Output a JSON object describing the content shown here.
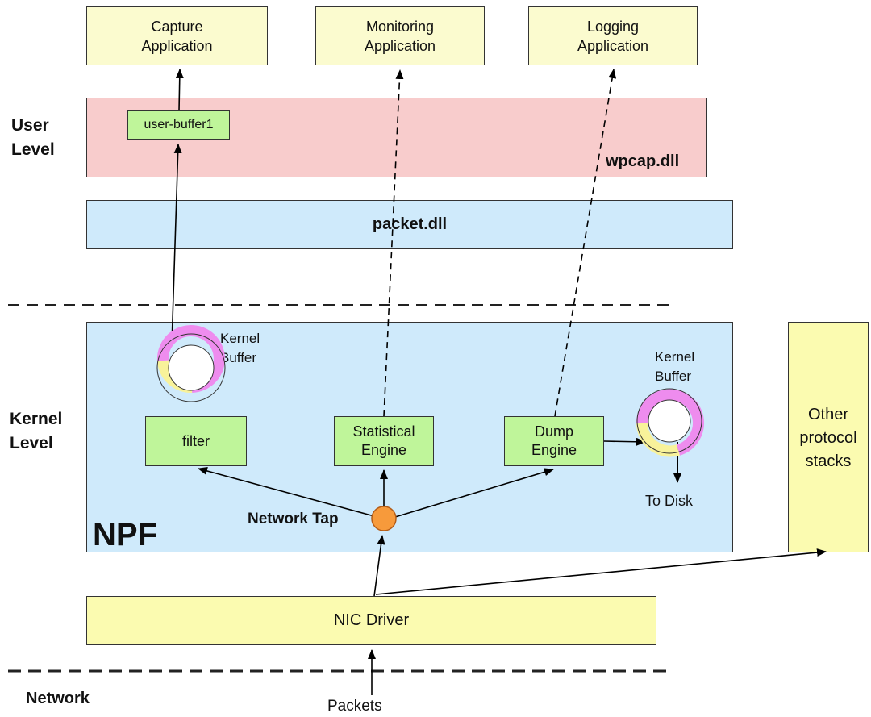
{
  "apps": {
    "capture": "Capture\nApplication",
    "monitoring": "Monitoring\nApplication",
    "logging": "Logging\nApplication"
  },
  "levels": {
    "user": "User\nLevel",
    "kernel": "Kernel\nLevel",
    "network": "Network"
  },
  "user_level": {
    "user_buffer": "user-buffer1",
    "wpcap": "wpcap.dll",
    "packet": "packet.dll"
  },
  "npf": {
    "title": "NPF",
    "kernel_buffer_left": "Kernel\nBuffer",
    "kernel_buffer_right": "Kernel\nBuffer",
    "filter": "filter",
    "statistical_engine": "Statistical\nEngine",
    "dump_engine": "Dump\nEngine",
    "to_disk": "To Disk",
    "network_tap": "Network Tap"
  },
  "other_stacks": "Other\nprotocol\nstacks",
  "nic_driver": "NIC Driver",
  "packets": "Packets",
  "colors": {
    "app_fill": "#fbfbcf",
    "yellow_fill": "#fbfbb0",
    "green_fill": "#bff59a",
    "pink_fill": "#f8cccc",
    "blue_fill": "#cfeafb",
    "tap_orange": "#f79a3b",
    "buffer_magenta": "#ee8cee",
    "buffer_yellow": "#f8f29a"
  }
}
